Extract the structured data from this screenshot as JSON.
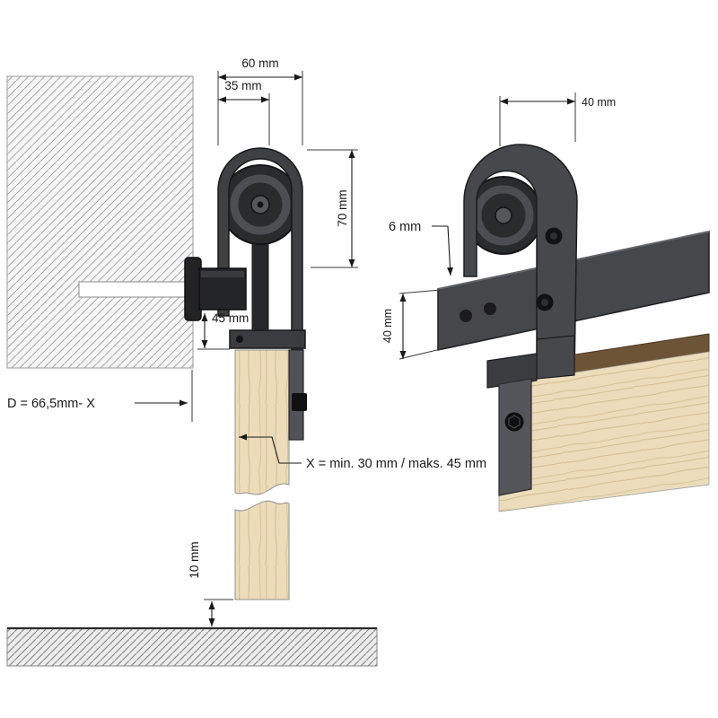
{
  "left_view": {
    "dim_width_total": "60 mm",
    "dim_width_offset": "35 mm",
    "dim_height_roller": "70 mm",
    "dim_bolt_to_door": "45 mm",
    "formula_d": "D = 66,5mm- X",
    "formula_x": "X = min. 30 mm / maks. 45 mm",
    "dim_floor_gap": "10 mm"
  },
  "right_view": {
    "dim_bracket_width": "40 mm",
    "dim_rail_thickness": "6 mm",
    "dim_rail_height": "40 mm"
  },
  "colors": {
    "hardware_dark": "#2a2b2d",
    "hardware_mid": "#47484c",
    "hardware_light": "#55565b",
    "wood_light": "#ecdcba",
    "wood_grain": "#d3bc90",
    "wood_edge": "#6e5436",
    "hatch_wall": "#ababab",
    "hatch_floor": "#8f8f8f",
    "dimension_line": "#1a1a1a"
  }
}
